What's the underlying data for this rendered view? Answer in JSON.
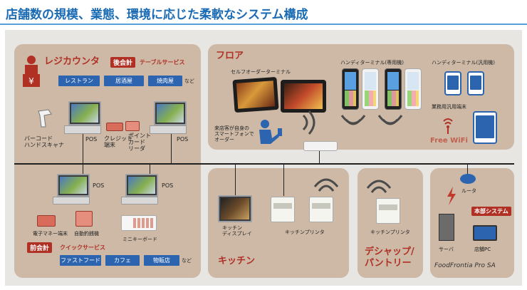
{
  "title": "店舗数の規模、業態、環境に応じた柔軟なシステム構成",
  "left_panel": {
    "regi_label": "レジカウンタ",
    "table_service_tag": "後会計",
    "table_service_label": "テーブルサービス",
    "table_types": [
      "レストラン",
      "居酒屋",
      "焼肉屋"
    ],
    "table_types_suffix": "など",
    "devices": {
      "barcode_scanner": "バーコード\nハンドスキャナ",
      "pos_1": "POS",
      "credit_terminal": "クレジット\n端末",
      "point_card_reader": "ポイント\nカード\nリーダ",
      "pos_2": "POS",
      "pos_3": "POS",
      "pos_4": "POS",
      "emoney_terminal": "電子マネー端末",
      "auto_change_machine": "自動釣銭機",
      "mini_keyboard": "ミニキーボード"
    },
    "quick_service_tag": "前会計",
    "quick_service_label": "クイックサービス",
    "quick_types": [
      "ファストフード",
      "カフェ",
      "物販店"
    ],
    "quick_types_suffix": "など"
  },
  "floor_panel": {
    "label": "フロア",
    "self_order_terminal": "セルフオーダーターミナル",
    "handy_dedicated": "ハンディターミナル(専用機)",
    "handy_general": "ハンディターミナル(汎用機)",
    "business_tablet": "業務用汎用端末",
    "customer_order": "来店客が自身の\nスマートフォンで\nオーダー",
    "free_wifi": "Free WiFi"
  },
  "kitchen_panel": {
    "label": "キッチン",
    "kitchen_display": "キッチン\nディスプレイ",
    "kitchen_printer": "キッチンプリンタ"
  },
  "pantry_panel": {
    "label": "デシャップ/\nパントリー",
    "kitchen_printer": "キッチンプリンタ"
  },
  "hq_panel": {
    "router": "ルータ",
    "hq_system_tag": "本部システム",
    "server": "サーバ",
    "store_pc": "店舗PC",
    "brand": "FoodFrontia Pro SA"
  },
  "colors": {
    "title_blue": "#1a6bb3",
    "panel_tan": "#cdb9a6",
    "accent_red": "#b03024",
    "chip_blue": "#2d64b0",
    "background_gray": "#e8e6e3"
  }
}
